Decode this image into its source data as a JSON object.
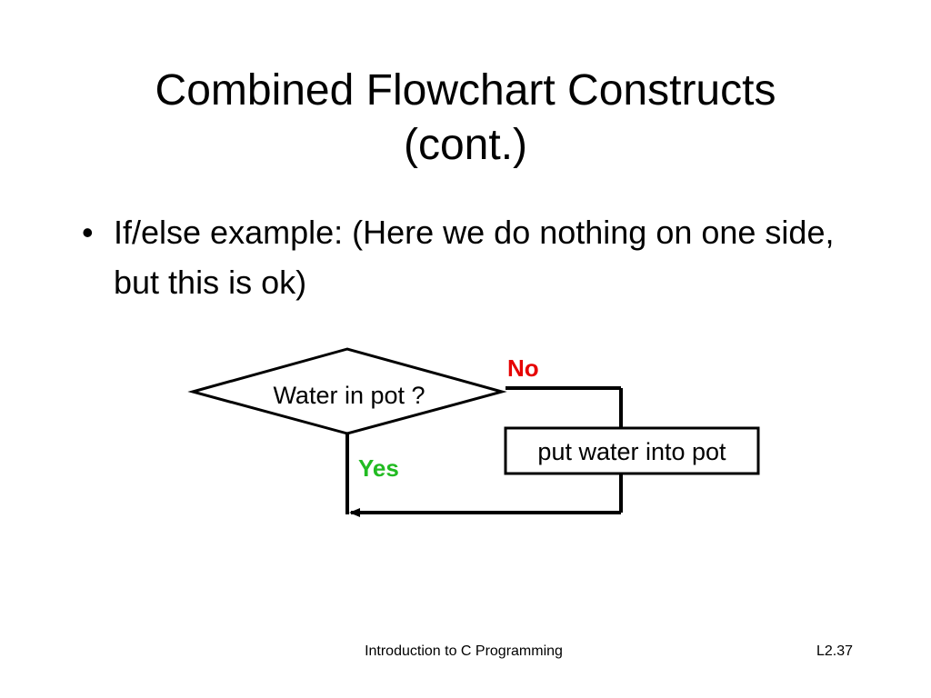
{
  "slide": {
    "title_line1": "Combined Flowchart Constructs",
    "title_line2": "(cont.)",
    "bullets": [
      "If/else example: (Here we do nothing on one side, but this is ok)"
    ]
  },
  "flowchart": {
    "decision": "Water in pot ?",
    "no_label": "No",
    "yes_label": "Yes",
    "process": "put water into pot",
    "colors": {
      "no": "#e60000",
      "yes": "#22bb22",
      "line": "#000000"
    }
  },
  "footer": {
    "course": "Introduction to C Programming",
    "slide_number": "L2.37"
  }
}
